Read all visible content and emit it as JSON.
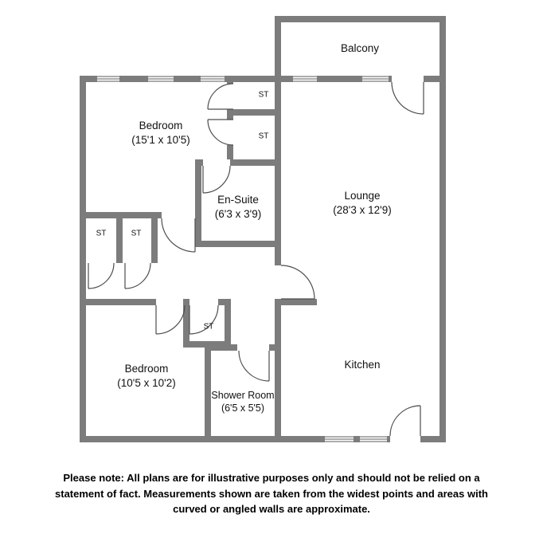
{
  "rooms": {
    "balcony": {
      "name": "Balcony"
    },
    "bedroom_top": {
      "name": "Bedroom",
      "dims": "(15'1 x 10'5)"
    },
    "ensuite": {
      "name": "En-Suite",
      "dims": "(6'3 x 3'9)"
    },
    "lounge": {
      "name": "Lounge",
      "dims": "(28'3 x 12'9)"
    },
    "kitchen": {
      "name": "Kitchen"
    },
    "bedroom_bottom": {
      "name": "Bedroom",
      "dims": "(10'5 x 10'2)"
    },
    "shower_room": {
      "name": "Shower Room",
      "dims": "(6'5 x 5'5)"
    },
    "st_top_1": {
      "name": "ST"
    },
    "st_top_2": {
      "name": "ST"
    },
    "st_left_1": {
      "name": "ST"
    },
    "st_left_2": {
      "name": "ST"
    },
    "st_hall": {
      "name": "ST"
    }
  },
  "colors": {
    "wall": "#7c7c7c",
    "door_line": "#4d4d4d",
    "text": "#111111"
  },
  "disclaimer": "Please note: All plans are for illustrative purposes only and should not be relied on a statement of fact. Measurements shown are taken from the widest points and areas with curved or angled walls are approximate."
}
